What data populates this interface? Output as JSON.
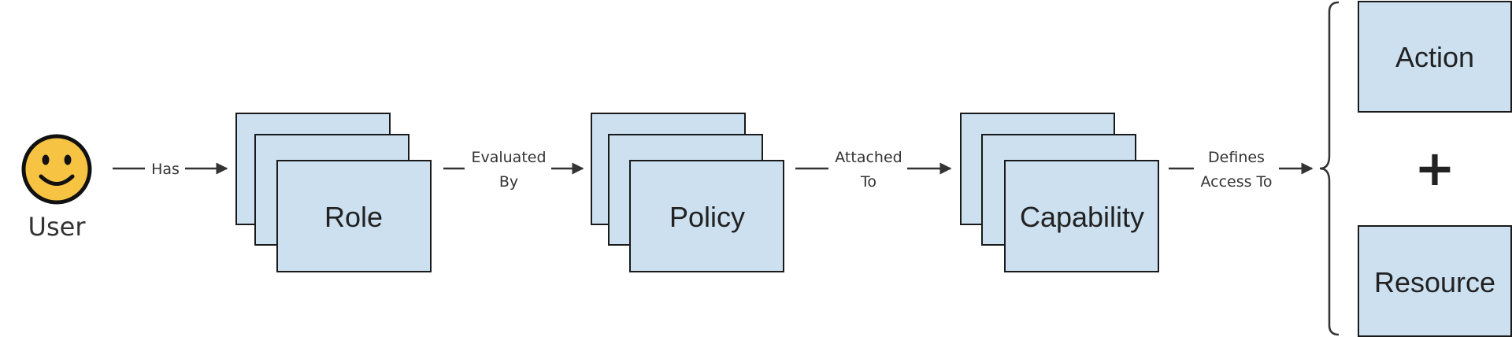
{
  "user": {
    "label": "User",
    "icon": "smiley-face-icon",
    "face_color": "#F6C342"
  },
  "nodes": {
    "role": {
      "label": "Role"
    },
    "policy": {
      "label": "Policy"
    },
    "capability": {
      "label": "Capability"
    },
    "action": {
      "label": "Action"
    },
    "resource": {
      "label": "Resource"
    },
    "plus": {
      "label": "+"
    }
  },
  "edges": {
    "has": {
      "line1": "Has"
    },
    "evaluated_by": {
      "line1": "Evaluated",
      "line2": "By"
    },
    "attached_to": {
      "line1": "Attached",
      "line2": "To"
    },
    "defines_access_to": {
      "line1": "Defines",
      "line2": "Access To"
    }
  },
  "colors": {
    "box_fill": "#CCE0F0",
    "stroke": "#1A1A1A",
    "text": "#333333"
  }
}
